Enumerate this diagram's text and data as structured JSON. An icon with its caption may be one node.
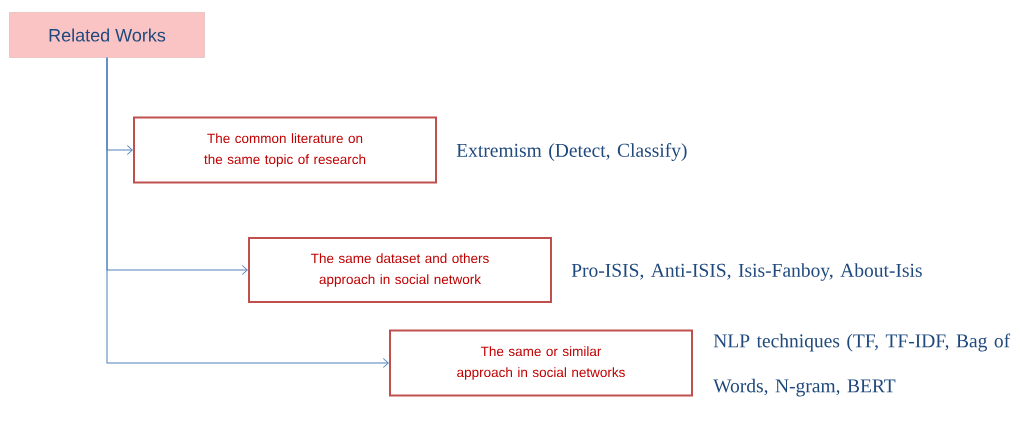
{
  "diagram": {
    "nodes": [
      {
        "text": [
          "Related Works"
        ]
      },
      {
        "text": [
          "The common literature on the same topic of research"
        ],
        "beside": [
          "Extremism (Detect, Classify)"
        ]
      },
      {
        "text": [
          "The same dataset and others approach in social network"
        ],
        "beside": [
          "Pro-ISIS, Anti-ISIS, Isis-Fanboy, About-Isis"
        ]
      },
      {
        "text": [
          "The same or similar approach in social networks"
        ],
        "beside": [
          "NLP techniques (TF, TF-IDF, Bag of Words, N-gram, BERT"
        ]
      }
    ],
    "edges": [
      {
        "from": 0,
        "to": 1,
        "arrow": "to"
      },
      {
        "from": 0,
        "to": 2,
        "arrow": "to"
      },
      {
        "from": 0,
        "to": 3,
        "arrow": "to"
      }
    ]
  }
}
